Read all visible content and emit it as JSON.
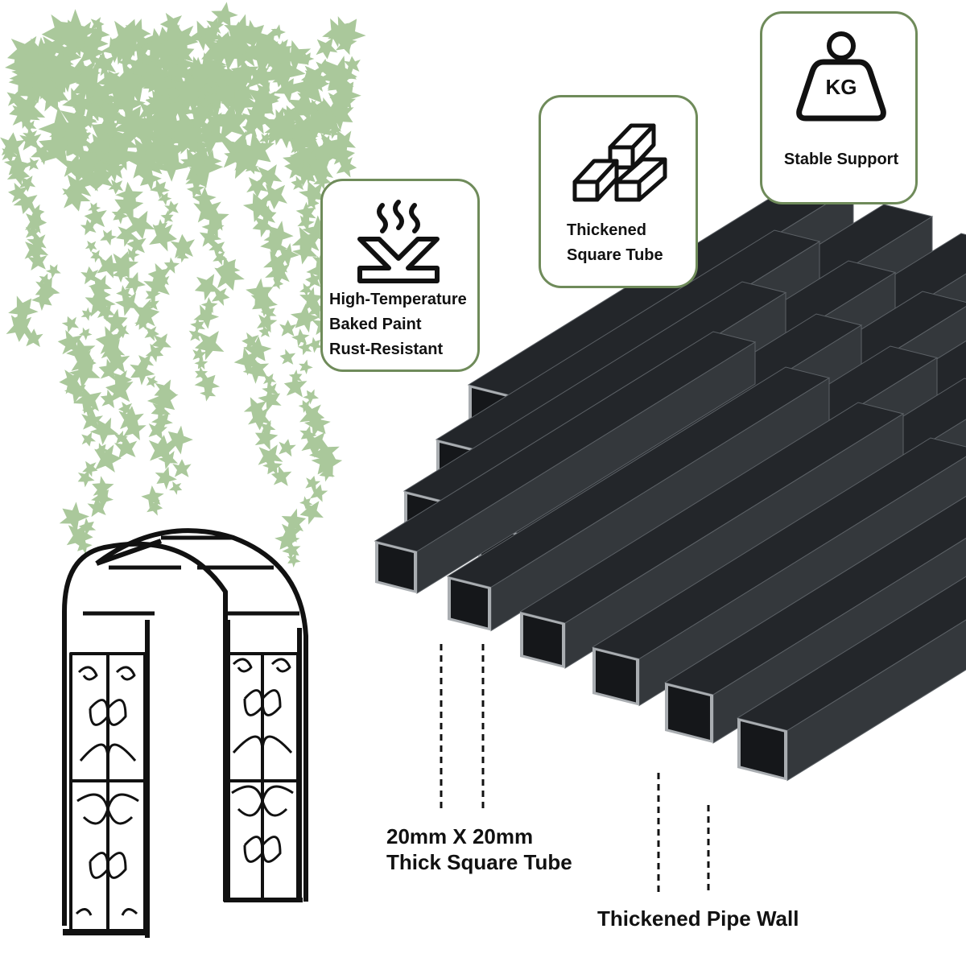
{
  "badges": {
    "stable_support": {
      "icon": "weight-kg-icon",
      "icon_text": "KG",
      "label": "Stable Support"
    },
    "square_tube": {
      "icon": "square-tubes-icon",
      "line1": "Thickened",
      "line2": "Square Tube"
    },
    "paint": {
      "icon": "heat-paint-icon",
      "line1": "High-Temperature",
      "line2": "Baked Paint",
      "line3": "Rust-Resistant"
    }
  },
  "callouts": {
    "tube_size_line1": "20mm X 20mm",
    "tube_size_line2": "Thick Square Tube",
    "pipe_wall": "Thickened Pipe Wall"
  },
  "colors": {
    "badge_border": "#6f8b5a",
    "vine": "#9cbf8a",
    "tube_body": "#2b2e31",
    "tube_edge": "#a9adb1",
    "arch": "#111111"
  }
}
